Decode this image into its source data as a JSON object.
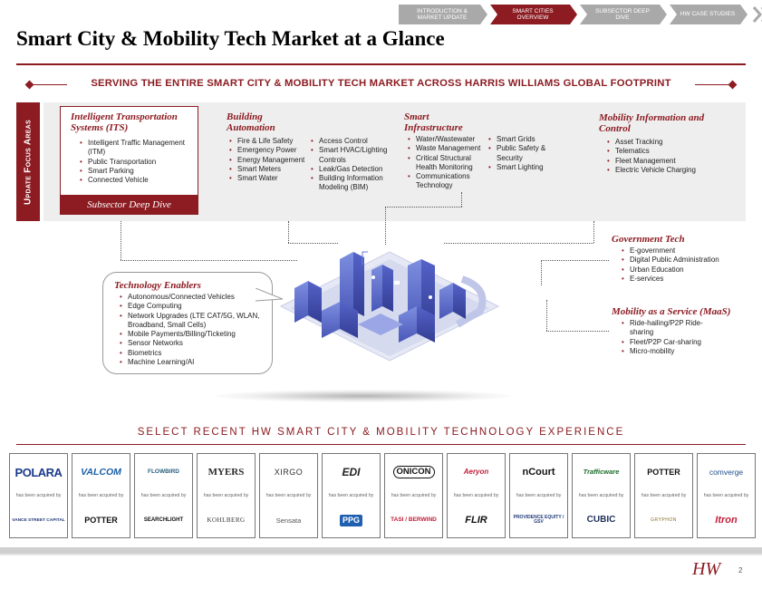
{
  "nav": {
    "tabs": [
      {
        "label": "INTRODUCTION & MARKET UPDATE",
        "active": false
      },
      {
        "label": "SMART CITIES OVERVIEW",
        "active": true
      },
      {
        "label": "SUBSECTOR DEEP DIVE",
        "active": false
      },
      {
        "label": "HW CASE STUDIES",
        "active": false
      }
    ]
  },
  "page": {
    "title": "Smart City & Mobility Tech Market at a Glance",
    "banner": "SERVING THE ENTIRE SMART CITY & MOBILITY TECH MARKET ACROSS HARRIS WILLIAMS GLOBAL FOOTPRINT",
    "focus_label": "Update Focus Areas",
    "page_number": "2",
    "logo_text": "HW"
  },
  "focus": {
    "its": {
      "title": "Intelligent Transportation Systems (ITS)",
      "items": [
        "Intelligent Traffic Management (ITM)",
        "Public Transportation",
        "Smart Parking",
        "Connected Vehicle"
      ],
      "button": "Subsector Deep Dive"
    },
    "building": {
      "title": "Building Automation",
      "col1": [
        "Fire & Life Safety",
        "Emergency Power",
        "Energy Management",
        "Smart Meters",
        "Smart Water"
      ],
      "col2": [
        "Access Control",
        "Smart HVAC/Lighting Controls",
        "Leak/Gas Detection",
        "Building Information Modeling (BIM)"
      ]
    },
    "infra": {
      "title": "Smart Infrastructure",
      "col1": [
        "Water/Wastewater",
        "Waste Management",
        "Critical Structural Health Monitoring",
        "Communications Technology"
      ],
      "col2": [
        "Smart Grids",
        "Public Safety & Security",
        "Smart Lighting"
      ]
    },
    "mobility_info": {
      "title": "Mobility Information and Control",
      "items": [
        "Asset Tracking",
        "Telematics",
        "Fleet Management",
        "Electric Vehicle Charging"
      ]
    }
  },
  "enablers": {
    "title": "Technology Enablers",
    "items": [
      "Autonomous/Connected Vehicles",
      "Edge Computing",
      "Network Upgrades (LTE CAT/5G, WLAN, Broadband, Small Cells)",
      "Mobile Payments/Billing/Ticketing",
      "Sensor Networks",
      "Biometrics",
      "Machine Learning/AI"
    ]
  },
  "gov": {
    "title": "Government Tech",
    "items": [
      "E-government",
      "Digital Public Administration",
      "Urban Education",
      "E-services"
    ]
  },
  "maas": {
    "title": "Mobility as a Service (MaaS)",
    "items": [
      "Ride-hailing/P2P Ride-sharing",
      "Fleet/P2P Car-sharing",
      "Micro-mobility"
    ]
  },
  "experience": {
    "title": "SELECT RECENT HW SMART CITY & MOBILITY TECHNOLOGY EXPERIENCE",
    "cards": [
      {
        "target": "POLARA",
        "acq": "has been acquired by",
        "buyer": "VANCE STREET CAPITAL"
      },
      {
        "target": "VALCOM",
        "acq": "has been acquired by",
        "buyer": "POTTER"
      },
      {
        "target": "FLOWBIRD",
        "acq": "has been acquired by",
        "buyer": "SEARCHLIGHT"
      },
      {
        "target": "MYERS",
        "acq": "has been acquired by",
        "buyer": "KOHLBERG"
      },
      {
        "target": "XIRGO",
        "acq": "has been acquired by",
        "buyer": "Sensata"
      },
      {
        "target": "EDI",
        "acq": "has been acquired by",
        "buyer": "PPG"
      },
      {
        "target": "ONICON",
        "acq": "has been acquired by",
        "buyer": "TASI / BERWIND"
      },
      {
        "target": "Aeryon",
        "acq": "has been acquired by",
        "buyer": "FLIR"
      },
      {
        "target": "nCourt",
        "acq": "has been acquired by",
        "buyer": "PROVIDENCE EQUITY / GSV"
      },
      {
        "target": "Trafficware",
        "acq": "has been acquired by",
        "buyer": "CUBIC"
      },
      {
        "target": "POTTER",
        "acq": "has been acquired by",
        "buyer": "GRYPHON"
      },
      {
        "target": "comverge",
        "acq": "has been acquired by",
        "buyer": "Itron"
      }
    ]
  },
  "colors": {
    "accent": "#8c1c22",
    "tab_inactive": "#a9a9a9",
    "panel": "#eeeeee"
  }
}
